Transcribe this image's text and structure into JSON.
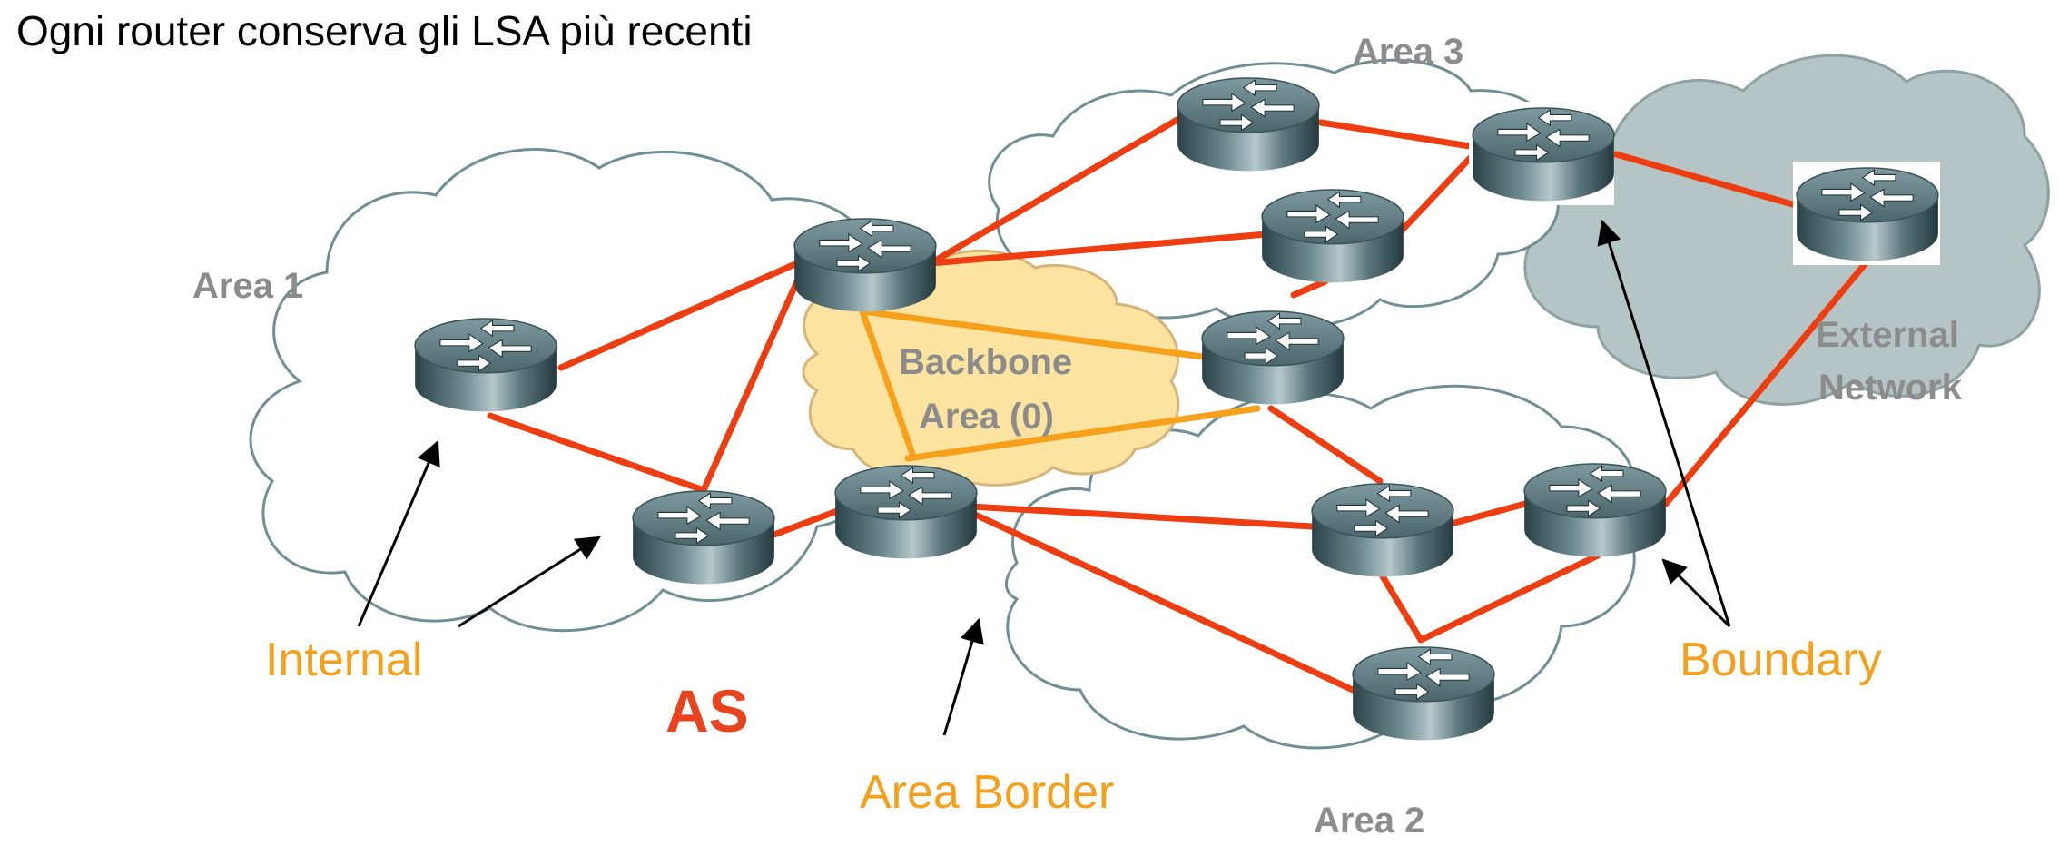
{
  "title": "Ogni router conserva gli LSA più recenti",
  "areas": {
    "area1": "Area 1",
    "area2": "Area 2",
    "area3": "Area 3",
    "backbone_line1": "Backbone",
    "backbone_line2": "Area (0)",
    "external_line1": "External",
    "external_line2": "Network"
  },
  "roles": {
    "internal": "Internal",
    "area_border": "Area Border",
    "boundary": "Boundary",
    "as": "AS"
  },
  "colors": {
    "link": "#ee3d10",
    "backbone_link": "#f7a01c",
    "role_label": "#f5a01a",
    "as_label": "#e8431c",
    "area_label": "#8c8c8c",
    "backbone_fill": "#fde3a0",
    "external_fill": "#b5c5c6"
  },
  "icons": {
    "router": "router-icon",
    "cloud": "cloud-shape",
    "arrow": "pointer-arrow"
  }
}
